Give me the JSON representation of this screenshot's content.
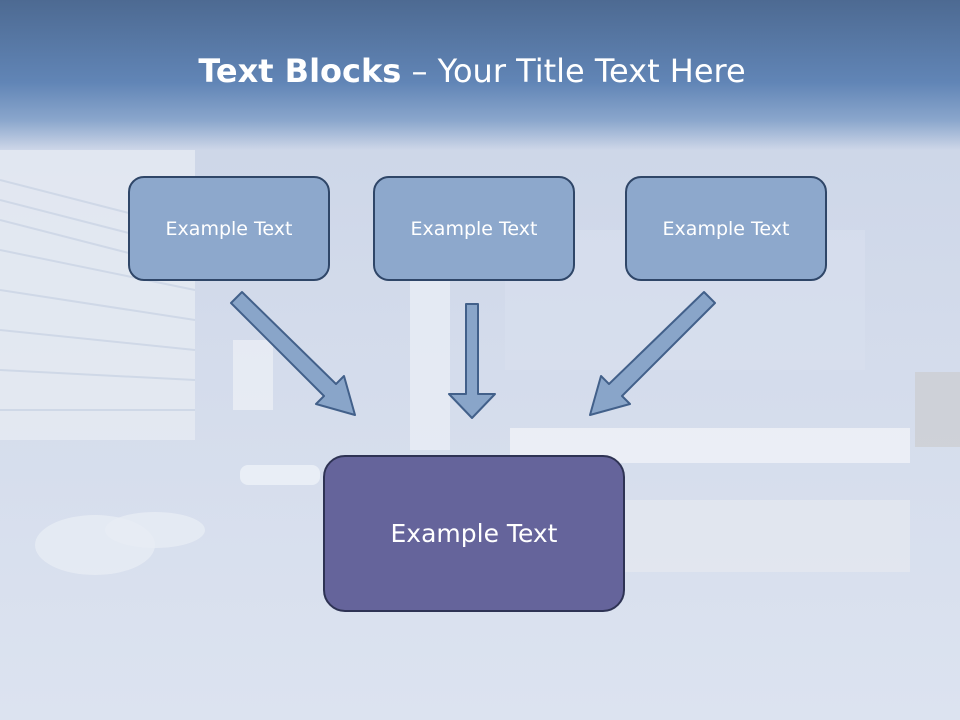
{
  "title": {
    "bold": "Text Blocks",
    "dash": " – ",
    "rest": "Your Title Text Here"
  },
  "boxes": {
    "top_left": "Example Text",
    "top_center": "Example Text",
    "top_right": "Example Text",
    "bottom": "Example Text"
  },
  "colors": {
    "header": "#5f82b2",
    "top_box_fill": "#8da8cc",
    "top_box_border": "#2f4668",
    "bottom_box_fill": "#65649b",
    "arrow_fill": "#89a5c9"
  }
}
